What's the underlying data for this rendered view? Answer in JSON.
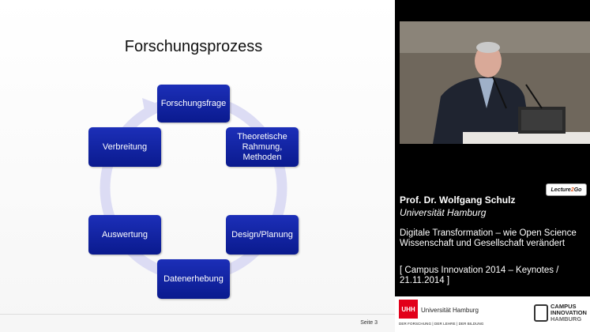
{
  "slide": {
    "title": "Forschungsprozess",
    "steps": [
      {
        "id": "forschungsfrage",
        "label": "Forschungsfrage"
      },
      {
        "id": "theoretische-rahmung",
        "label": "Theoretische Rahmung, Methoden"
      },
      {
        "id": "design-planung",
        "label": "Design/Planung"
      },
      {
        "id": "datenerhebung",
        "label": "Datenerhebung"
      },
      {
        "id": "auswertung",
        "label": "Auswertung"
      },
      {
        "id": "verbreitung",
        "label": "Verbreitung"
      }
    ],
    "page_number": "Seite 3"
  },
  "panel": {
    "badge": {
      "prefix": "Lecture",
      "two": "2",
      "suffix": "Go"
    },
    "speaker_name": "Prof. Dr. Wolfgang Schulz",
    "speaker_institution": "Universität Hamburg",
    "talk_title": "Digitale Transformation – wie Open Science Wissenschaft und Gesellschaft verändert",
    "event": "[ Campus Innovation 2014 – Keynotes / 21.11.2014 ]"
  },
  "logos": {
    "uhh_mark": "UHH",
    "uhh_name": "Universität Hamburg",
    "uhh_tagline": "DER FORSCHUNG | DER LEHRE | DER BILDUNG",
    "ci_line1": "CAMPUS",
    "ci_line2": "INNOVATION",
    "ci_line3": "HAMBURG"
  },
  "colors": {
    "step_fill": "#0f1f9e",
    "cycle_ring": "#dcdcf4",
    "uhh_red": "#e2001a"
  }
}
